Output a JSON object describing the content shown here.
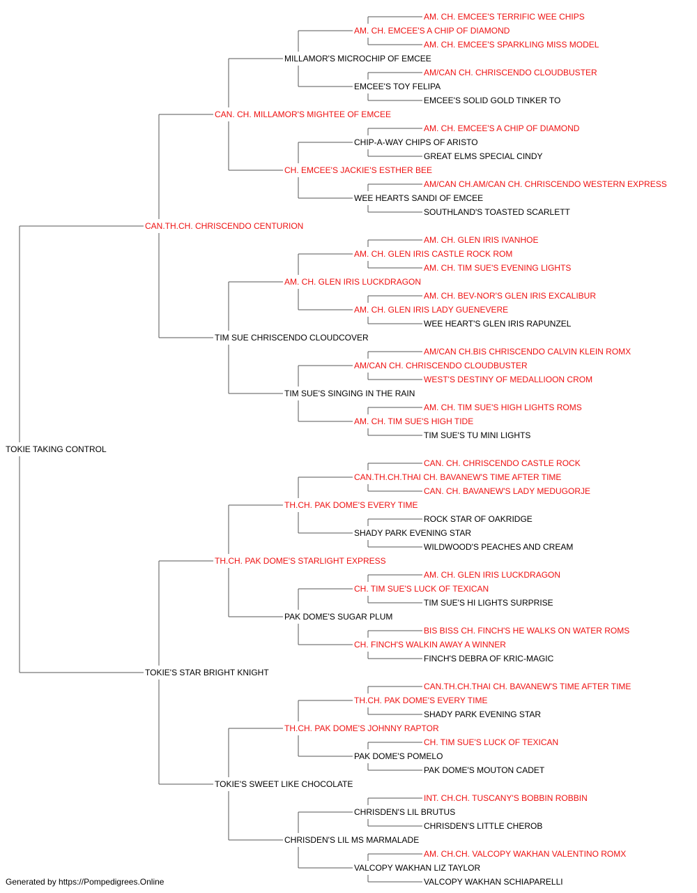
{
  "colors": {
    "champion": "#ee1111",
    "normal": "#000000",
    "line": "#555555"
  },
  "footer": "Generated by https://Pompedigrees.Online",
  "pedigree": {
    "name": "TOKIE TAKING CONTROL",
    "champion": false,
    "sire": {
      "name": "CAN.TH.CH. CHRISCENDO CENTURION",
      "champion": true,
      "sire": {
        "name": "CAN. CH. MILLAMOR'S MIGHTEE OF EMCEE",
        "champion": true,
        "sire": {
          "name": "MILLAMOR'S MICROCHIP OF EMCEE",
          "champion": false,
          "sire": {
            "name": "AM. CH. EMCEE'S A CHIP OF DIAMOND",
            "champion": true,
            "sire": {
              "name": "AM. CH. EMCEE'S TERRIFIC WEE CHIPS",
              "champion": true
            },
            "dam": {
              "name": "AM. CH. EMCEE'S SPARKLING MISS MODEL",
              "champion": true
            }
          },
          "dam": {
            "name": "EMCEE'S TOY FELIPA",
            "champion": false,
            "sire": {
              "name": "AM/CAN CH. CHRISCENDO CLOUDBUSTER",
              "champion": true
            },
            "dam": {
              "name": "EMCEE'S SOLID GOLD TINKER TO",
              "champion": false
            }
          }
        },
        "dam": {
          "name": "CH. EMCEE'S JACKIE'S ESTHER BEE",
          "champion": true,
          "sire": {
            "name": "CHIP-A-WAY CHIPS OF ARISTO",
            "champion": false,
            "sire": {
              "name": "AM. CH. EMCEE'S A CHIP OF DIAMOND",
              "champion": true
            },
            "dam": {
              "name": "GREAT ELMS SPECIAL CINDY",
              "champion": false
            }
          },
          "dam": {
            "name": "WEE HEARTS SANDI OF EMCEE",
            "champion": false,
            "sire": {
              "name": "AM/CAN CH.AM/CAN CH. CHRISCENDO WESTERN EXPRESS",
              "champion": true
            },
            "dam": {
              "name": "SOUTHLAND'S TOASTED SCARLETT",
              "champion": false
            }
          }
        }
      },
      "dam": {
        "name": "TIM SUE CHRISCENDO CLOUDCOVER",
        "champion": false,
        "sire": {
          "name": "AM. CH. GLEN IRIS LUCKDRAGON",
          "champion": true,
          "sire": {
            "name": "AM. CH. GLEN IRIS CASTLE ROCK ROM",
            "champion": true,
            "sire": {
              "name": "AM. CH. GLEN IRIS IVANHOE",
              "champion": true
            },
            "dam": {
              "name": "AM. CH. TIM SUE'S EVENING LIGHTS",
              "champion": true
            }
          },
          "dam": {
            "name": "AM. CH. GLEN IRIS LADY GUENEVERE",
            "champion": true,
            "sire": {
              "name": "AM. CH. BEV-NOR'S GLEN IRIS EXCALIBUR",
              "champion": true
            },
            "dam": {
              "name": "WEE HEART'S GLEN IRIS RAPUNZEL",
              "champion": false
            }
          }
        },
        "dam": {
          "name": "TIM SUE'S SINGING IN THE RAIN",
          "champion": false,
          "sire": {
            "name": "AM/CAN CH. CHRISCENDO CLOUDBUSTER",
            "champion": true,
            "sire": {
              "name": "AM/CAN CH.BIS CHRISCENDO CALVIN KLEIN ROMX",
              "champion": true
            },
            "dam": {
              "name": "WEST'S DESTINY OF MEDALLIOON CROM",
              "champion": true
            }
          },
          "dam": {
            "name": "AM. CH. TIM SUE'S HIGH TIDE",
            "champion": true,
            "sire": {
              "name": "AM. CH. TIM SUE'S HIGH LIGHTS ROMS",
              "champion": true
            },
            "dam": {
              "name": "TIM SUE'S TU MINI LIGHTS",
              "champion": false
            }
          }
        }
      }
    },
    "dam": {
      "name": "TOKIE'S STAR BRIGHT KNIGHT",
      "champion": false,
      "sire": {
        "name": "TH.CH. PAK DOME'S STARLIGHT EXPRESS",
        "champion": true,
        "sire": {
          "name": "TH.CH. PAK DOME'S EVERY TIME",
          "champion": true,
          "sire": {
            "name": "CAN.TH.CH.THAI CH. BAVANEW'S TIME AFTER TIME",
            "champion": true,
            "sire": {
              "name": "CAN. CH. CHRISCENDO CASTLE ROCK",
              "champion": true
            },
            "dam": {
              "name": "CAN. CH. BAVANEW'S LADY MEDUGORJE",
              "champion": true
            }
          },
          "dam": {
            "name": "SHADY PARK EVENING STAR",
            "champion": false,
            "sire": {
              "name": "ROCK STAR OF OAKRIDGE",
              "champion": false
            },
            "dam": {
              "name": "WILDWOOD'S PEACHES AND CREAM",
              "champion": false
            }
          }
        },
        "dam": {
          "name": "PAK DOME'S SUGAR PLUM",
          "champion": false,
          "sire": {
            "name": "CH. TIM SUE'S LUCK OF TEXICAN",
            "champion": true,
            "sire": {
              "name": "AM. CH. GLEN IRIS LUCKDRAGON",
              "champion": true
            },
            "dam": {
              "name": "TIM SUE'S HI LIGHTS SURPRISE",
              "champion": false
            }
          },
          "dam": {
            "name": "CH. FINCH'S WALKIN AWAY A WINNER",
            "champion": true,
            "sire": {
              "name": "BIS BISS CH. FINCH'S HE WALKS ON WATER ROMS",
              "champion": true
            },
            "dam": {
              "name": "FINCH'S DEBRA OF KRIC-MAGIC",
              "champion": false
            }
          }
        }
      },
      "dam": {
        "name": "TOKIE'S SWEET LIKE CHOCOLATE",
        "champion": false,
        "sire": {
          "name": "TH.CH. PAK DOME'S JOHNNY RAPTOR",
          "champion": true,
          "sire": {
            "name": "TH.CH. PAK DOME'S EVERY TIME",
            "champion": true,
            "sire": {
              "name": "CAN.TH.CH.THAI CH. BAVANEW'S TIME AFTER TIME",
              "champion": true
            },
            "dam": {
              "name": "SHADY PARK EVENING STAR",
              "champion": false
            }
          },
          "dam": {
            "name": "PAK DOME'S POMELO",
            "champion": false,
            "sire": {
              "name": "CH. TIM SUE'S LUCK OF TEXICAN",
              "champion": true
            },
            "dam": {
              "name": "PAK DOME'S MOUTON CADET",
              "champion": false
            }
          }
        },
        "dam": {
          "name": "CHRISDEN'S LIL MS MARMALADE",
          "champion": false,
          "sire": {
            "name": "CHRISDEN'S LIL BRUTUS",
            "champion": false,
            "sire": {
              "name": "INT. CH.CH. TUSCANY'S BOBBIN ROBBIN",
              "champion": true
            },
            "dam": {
              "name": "CHRISDEN'S LITTLE CHEROB",
              "champion": false
            }
          },
          "dam": {
            "name": "VALCOPY WAKHAN LIZ TAYLOR",
            "champion": false,
            "sire": {
              "name": "AM. CH.CH. VALCOPY WAKHAN VALENTINO ROMX",
              "champion": true
            },
            "dam": {
              "name": "VALCOPY WAKHAN SCHIAPARELLI",
              "champion": false
            }
          }
        }
      }
    }
  }
}
